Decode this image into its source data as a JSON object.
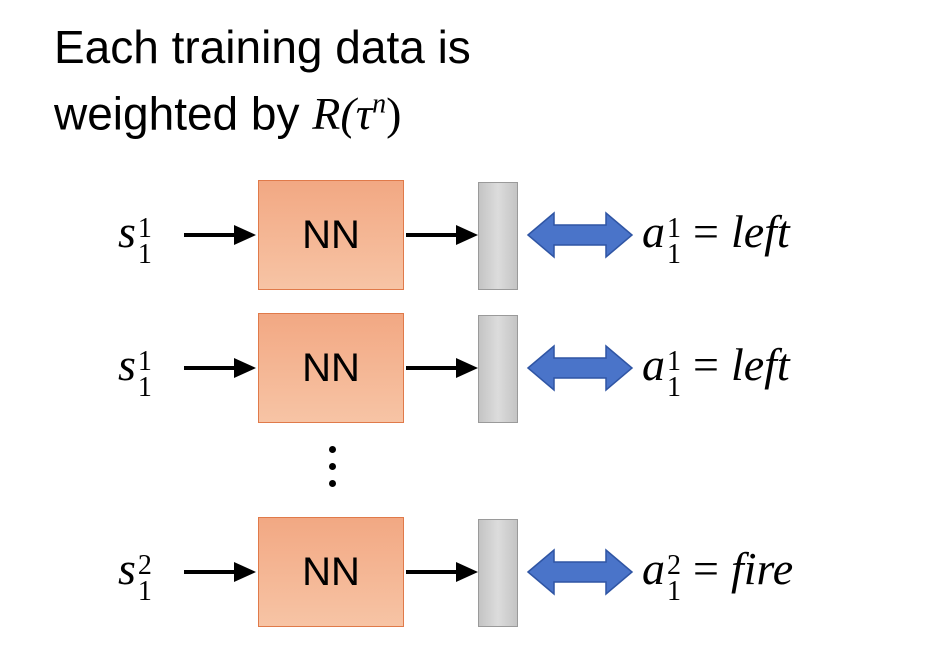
{
  "title": {
    "line1": "Each training data is",
    "line2_text": "weighted by ",
    "line2_math": "R(τ",
    "line2_sup": "n",
    "line2_close": ")"
  },
  "nn_label": "NN",
  "rows": [
    {
      "state_var": "s",
      "state_sup": "1",
      "state_sub": "1",
      "action_var": "a",
      "action_sup": "1",
      "action_sub": "1",
      "equals": "=",
      "action_value": "left"
    },
    {
      "state_var": "s",
      "state_sup": "1",
      "state_sub": "1",
      "action_var": "a",
      "action_sup": "1",
      "action_sub": "1",
      "equals": "=",
      "action_value": "left"
    },
    {
      "state_var": "s",
      "state_sup": "2",
      "state_sub": "1",
      "action_var": "a",
      "action_sup": "2",
      "action_sub": "1",
      "equals": "=",
      "action_value": "fire"
    }
  ],
  "colors": {
    "nn_fill_top": "#f2a883",
    "nn_fill_bottom": "#f7c4a5",
    "nn_border": "#e07a4a",
    "output_fill": "#d0d0d0",
    "double_arrow": "#4a74c9"
  },
  "icons": {
    "right_arrow": "right-arrow-icon",
    "double_arrow": "double-arrow-icon",
    "ellipsis": "vertical-ellipsis-icon"
  }
}
